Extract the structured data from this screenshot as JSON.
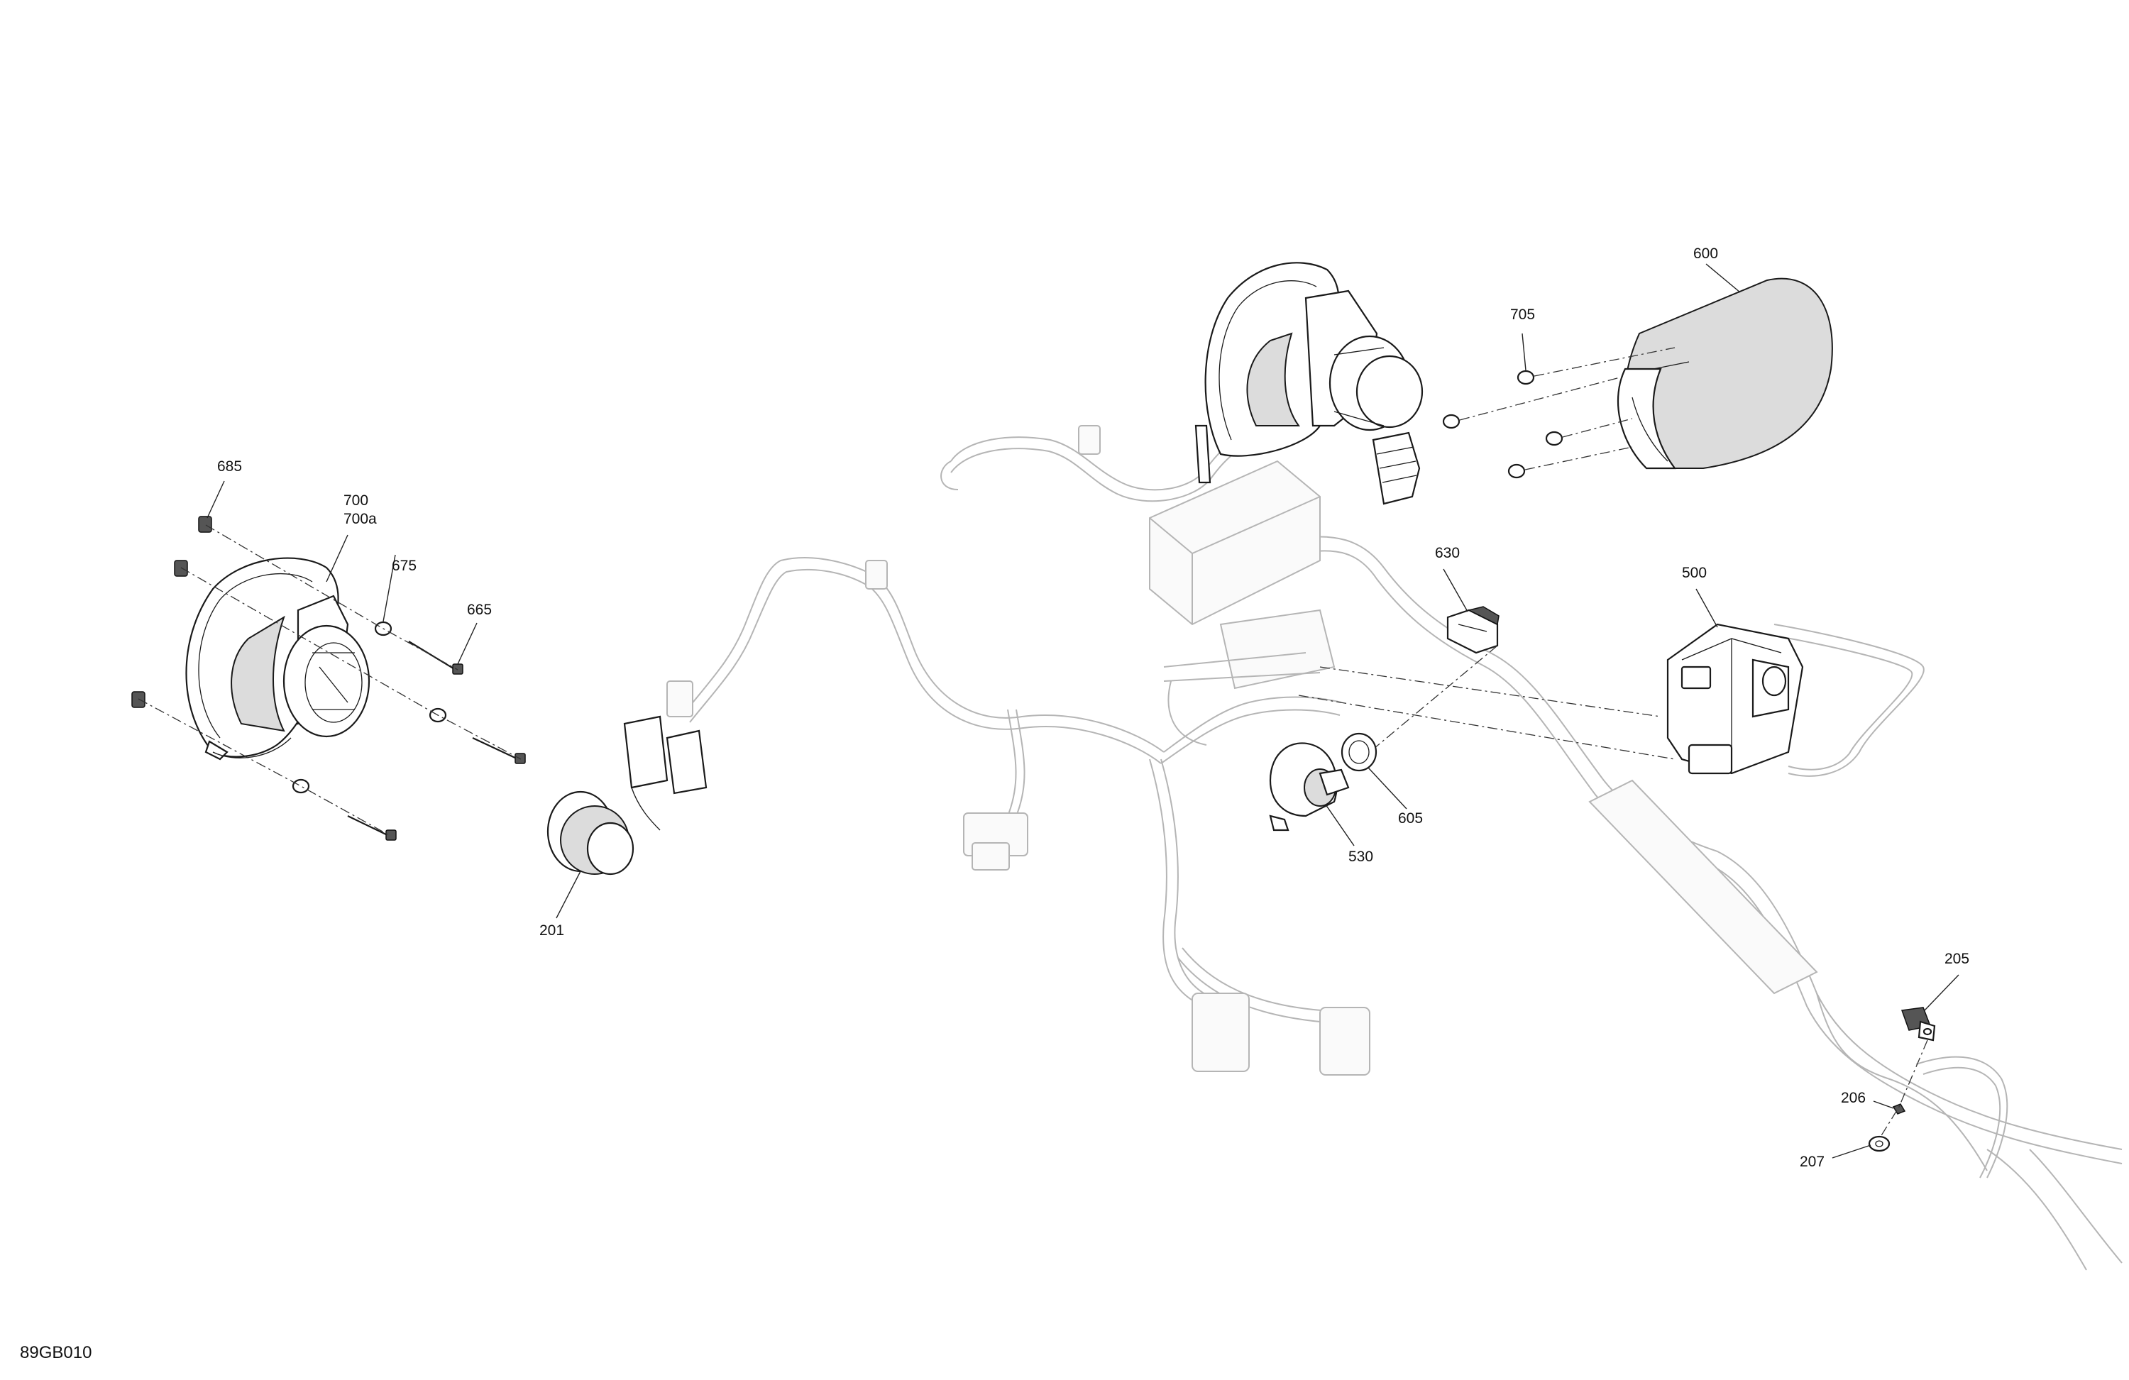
{
  "diagram_code": "89GB010",
  "callouts": {
    "c685": "685",
    "c700": "700",
    "c700a": "700a",
    "c675": "675",
    "c665": "665",
    "c201": "201",
    "c600": "600",
    "c705": "705",
    "c630": "630",
    "c500": "500",
    "c605": "605",
    "c530": "530",
    "c205": "205",
    "c206": "206",
    "c207": "207"
  }
}
